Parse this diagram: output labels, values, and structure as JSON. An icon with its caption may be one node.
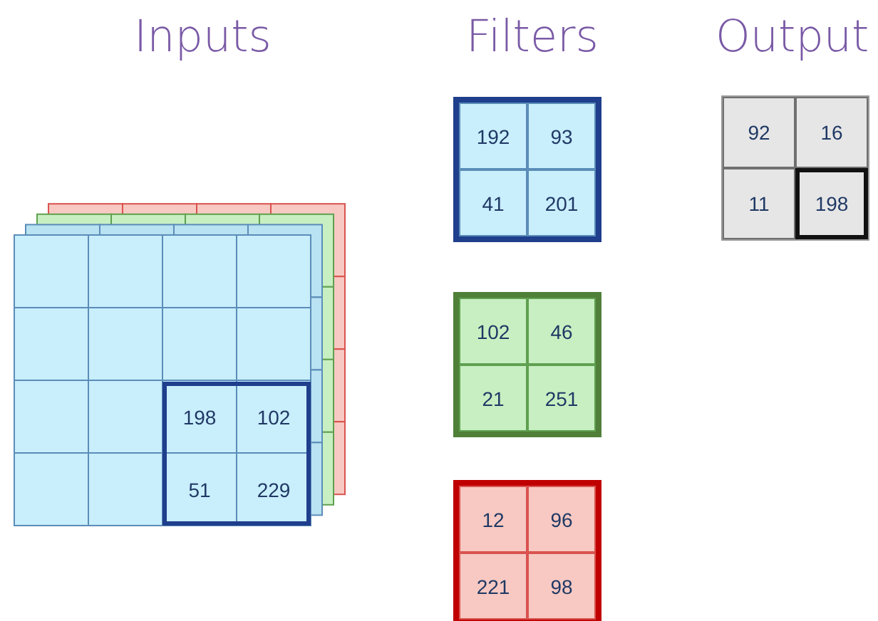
{
  "diagram": {
    "labels": [
      "Inputs",
      "Filters",
      "Output",
      "192",
      "93",
      "41",
      "201",
      "92",
      "16",
      "11",
      "198",
      "102",
      "46",
      "21",
      "251",
      "198",
      "102",
      "51",
      "229",
      "12",
      "96",
      "221",
      "98"
    ]
  }
}
